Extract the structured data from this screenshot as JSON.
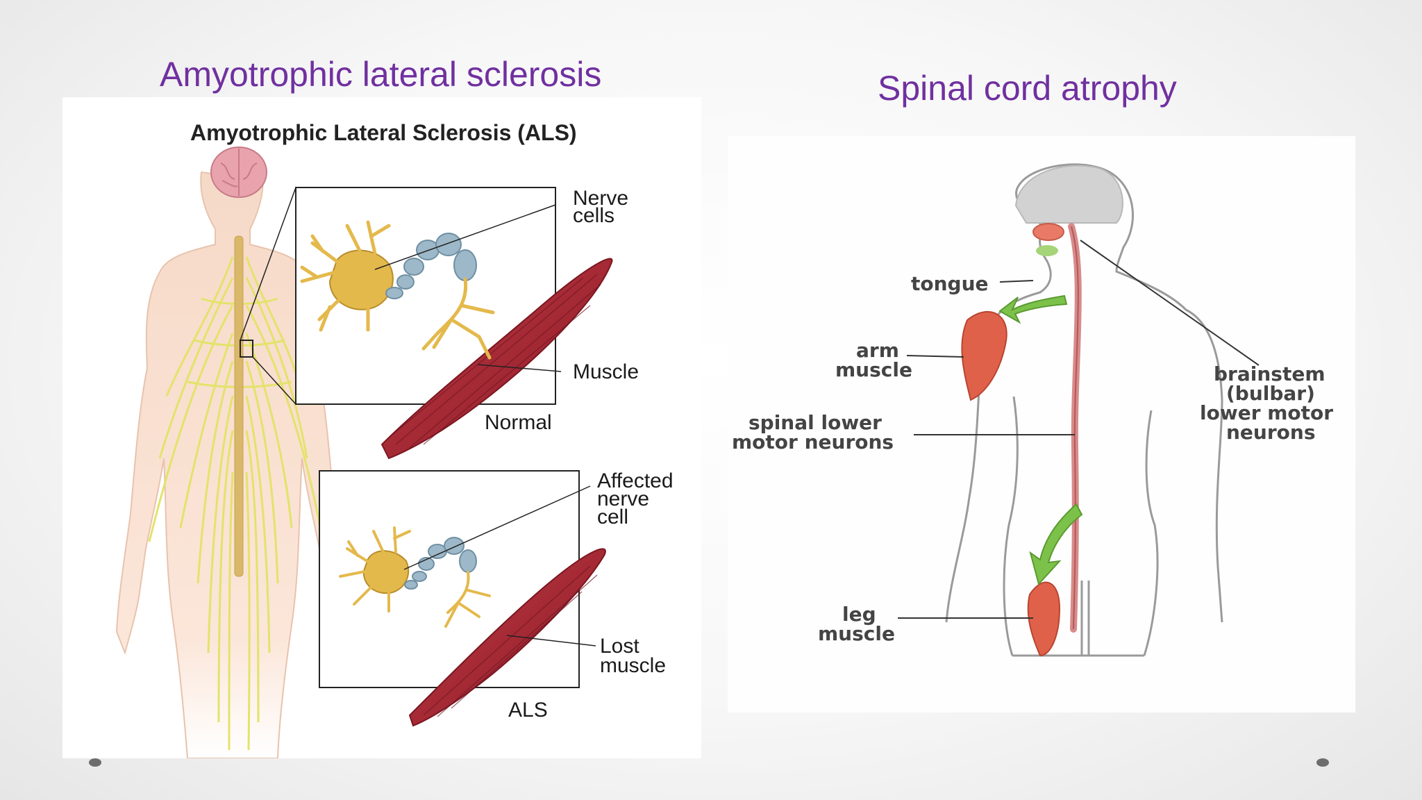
{
  "slide": {
    "title_left": "Amyotrophic lateral sclerosis",
    "title_right": "Spinal cord atrophy"
  },
  "als_diagram": {
    "heading": "Amyotrophic Lateral Sclerosis (ALS)",
    "normal_box": {
      "label_nerve": [
        "Nerve",
        "cells"
      ],
      "label_muscle": "Muscle",
      "caption": "Normal"
    },
    "als_box": {
      "label_nerve": [
        "Affected",
        "nerve",
        "cell"
      ],
      "label_muscle": [
        "Lost",
        "muscle"
      ],
      "caption": "ALS"
    },
    "colors": {
      "skin": "#f7dccb",
      "nerves": "#e3e36a",
      "brain": "#e8a3ad",
      "neuron": "#e4b94c",
      "axon": "#9db8c8",
      "muscle": "#a8303a"
    }
  },
  "sma_diagram": {
    "labels": {
      "tongue": "tongue",
      "arm_muscle": [
        "arm",
        "muscle"
      ],
      "spinal_neurons": [
        "spinal lower",
        "motor neurons"
      ],
      "brainstem": [
        "brainstem",
        "(bulbar)",
        "lower motor",
        "neurons"
      ],
      "leg_muscle": [
        "leg",
        "muscle"
      ]
    },
    "colors": {
      "muscle": "#e0614a",
      "arrow": "#7cc24a",
      "cord": "#d98a8a",
      "brain": "#cfcfcf"
    }
  }
}
